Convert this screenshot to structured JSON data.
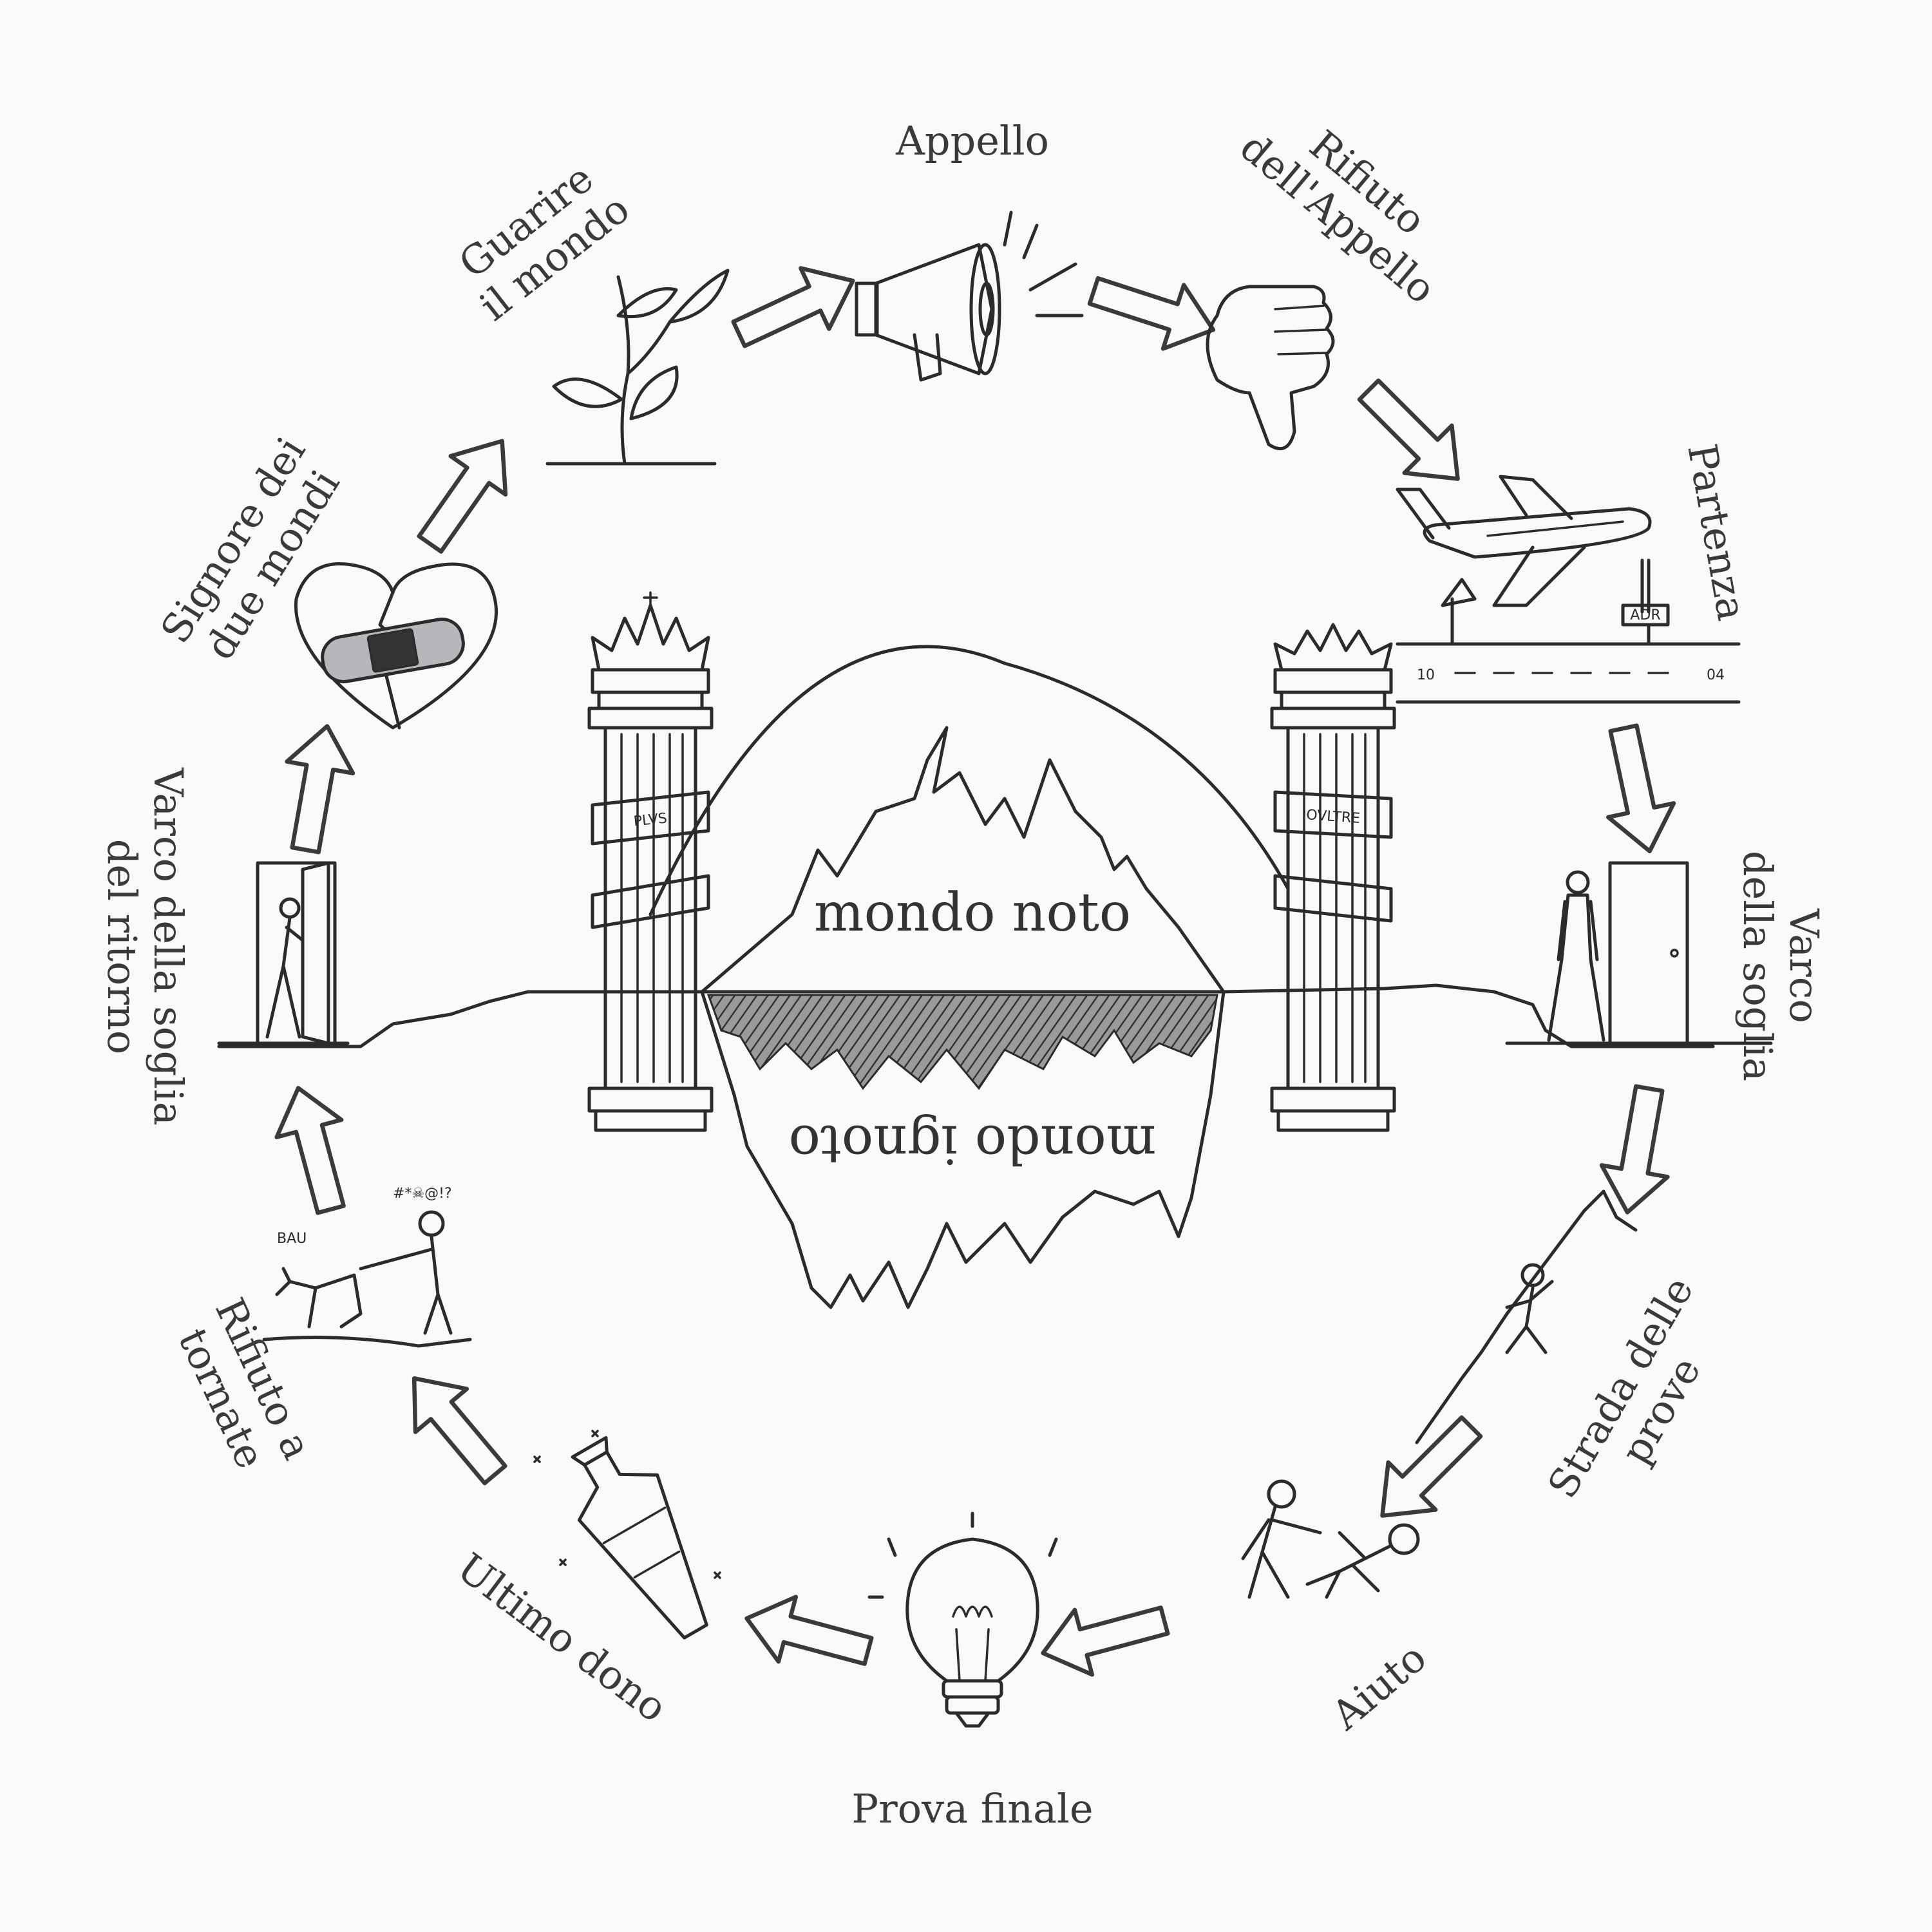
{
  "center": {
    "known_world": "mondo noto",
    "unknown_world": "mondo ignoto",
    "left_pillar_banner": "PLVS",
    "right_pillar_banner": "OVLTRE"
  },
  "stages": [
    {
      "id": "appello",
      "label": "Appello",
      "icon": "megaphone-icon"
    },
    {
      "id": "rifiuto-appello",
      "label_lines": [
        "Rifiuto",
        "dell'Appello"
      ],
      "icon": "thumbs-down-icon"
    },
    {
      "id": "partenza",
      "label": "Partenza",
      "icon": "airplane-icon"
    },
    {
      "id": "varco-soglia",
      "label_lines": [
        "Varco",
        "della soglia"
      ],
      "icon": "door-icon"
    },
    {
      "id": "strada-prove",
      "label_lines": [
        "Strada delle",
        "prove"
      ],
      "icon": "climber-icon"
    },
    {
      "id": "aiuto",
      "label": "Aiuto",
      "icon": "helping-hand-icon"
    },
    {
      "id": "prova-finale",
      "label": "Prova finale",
      "icon": "lightbulb-icon"
    },
    {
      "id": "ultimo-dono",
      "label": "Ultimo dono",
      "icon": "potion-icon"
    },
    {
      "id": "rifiuto-tornare",
      "label_lines": [
        "Rifiuto a",
        "tornate"
      ],
      "icon": "dog-walker-icon"
    },
    {
      "id": "varco-ritorno",
      "label_lines": [
        "Varco della soglia",
        "del ritorno"
      ],
      "icon": "return-door-icon"
    },
    {
      "id": "signore-mondi",
      "label_lines": [
        "Signore dei",
        "due mondi"
      ],
      "icon": "bandaged-heart-icon"
    },
    {
      "id": "guarire-mondo",
      "label_lines": [
        "Guarire",
        "il mondo"
      ],
      "icon": "sprout-icon"
    }
  ],
  "small_texts": {
    "airport_sign": "ADR",
    "runway_left": "10",
    "runway_right": "04",
    "dog_bark": "BAU",
    "curse": "#*☠@!?"
  },
  "colors": {
    "ink": "#2b2b2b",
    "paper": "#fbf8f8",
    "shading": "#7a7a7a",
    "bandage": "#b9b6bb"
  }
}
